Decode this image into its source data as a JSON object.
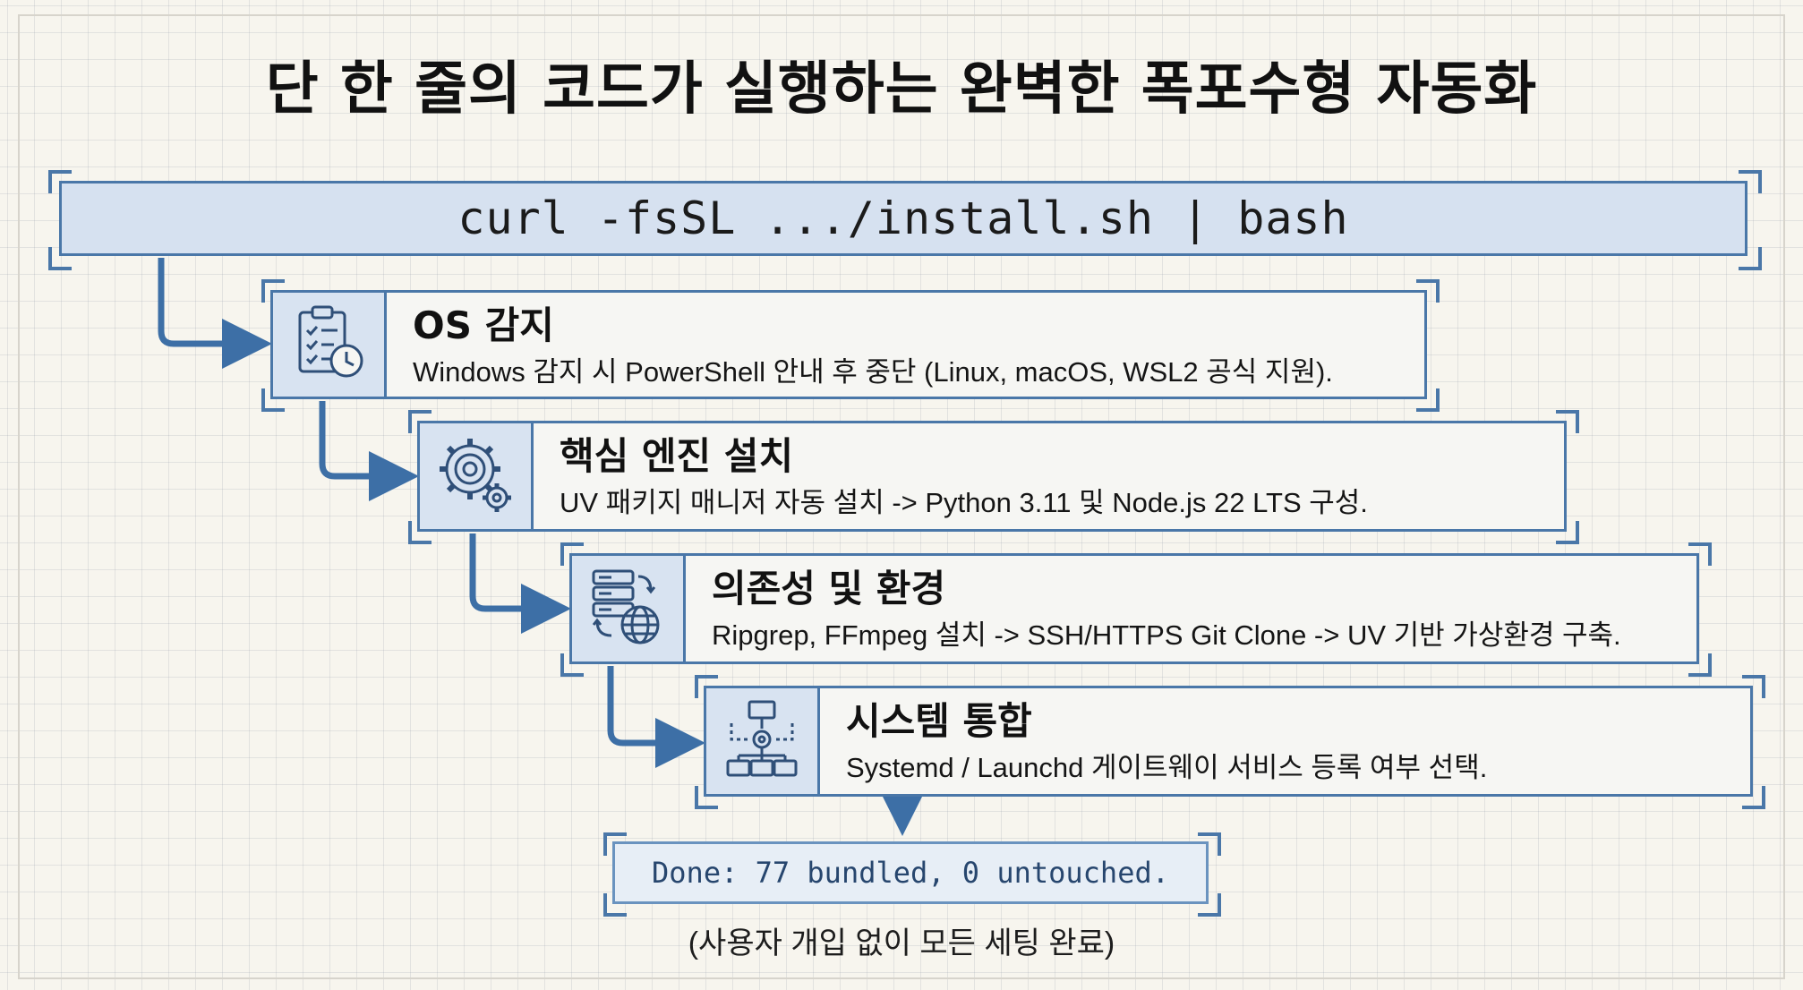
{
  "title": "단 한 줄의 코드가 실행하는 완벽한 폭포수형 자동화",
  "command": "curl -fsSL .../install.sh | bash",
  "steps": [
    {
      "title": "OS 감지",
      "description": "Windows 감지 시 PowerShell 안내 후 중단 (Linux, macOS, WSL2 공식 지원).",
      "icon": "checklist-clock-icon"
    },
    {
      "title": "핵심 엔진 설치",
      "description": "UV 패키지 매니저 자동 설치 -> Python 3.11 및 Node.js 22 LTS 구성.",
      "icon": "gears-icon"
    },
    {
      "title": "의존성 및 환경",
      "description": "Ripgrep, FFmpeg 설치 -> SSH/HTTPS Git Clone -> UV 기반 가상환경 구축.",
      "icon": "server-globe-icon"
    },
    {
      "title": "시스템 통합",
      "description": "Systemd / Launchd 게이트웨이 서비스 등록 여부 선택.",
      "icon": "network-hierarchy-icon"
    }
  ],
  "result": "Done: 77 bundled, 0 untouched.",
  "note": "(사용자 개입 없이 모든 세팅 완료)",
  "colors": {
    "accent": "#4a77a8",
    "box_fill": "#d6e1f0",
    "background": "#f7f5ee"
  }
}
